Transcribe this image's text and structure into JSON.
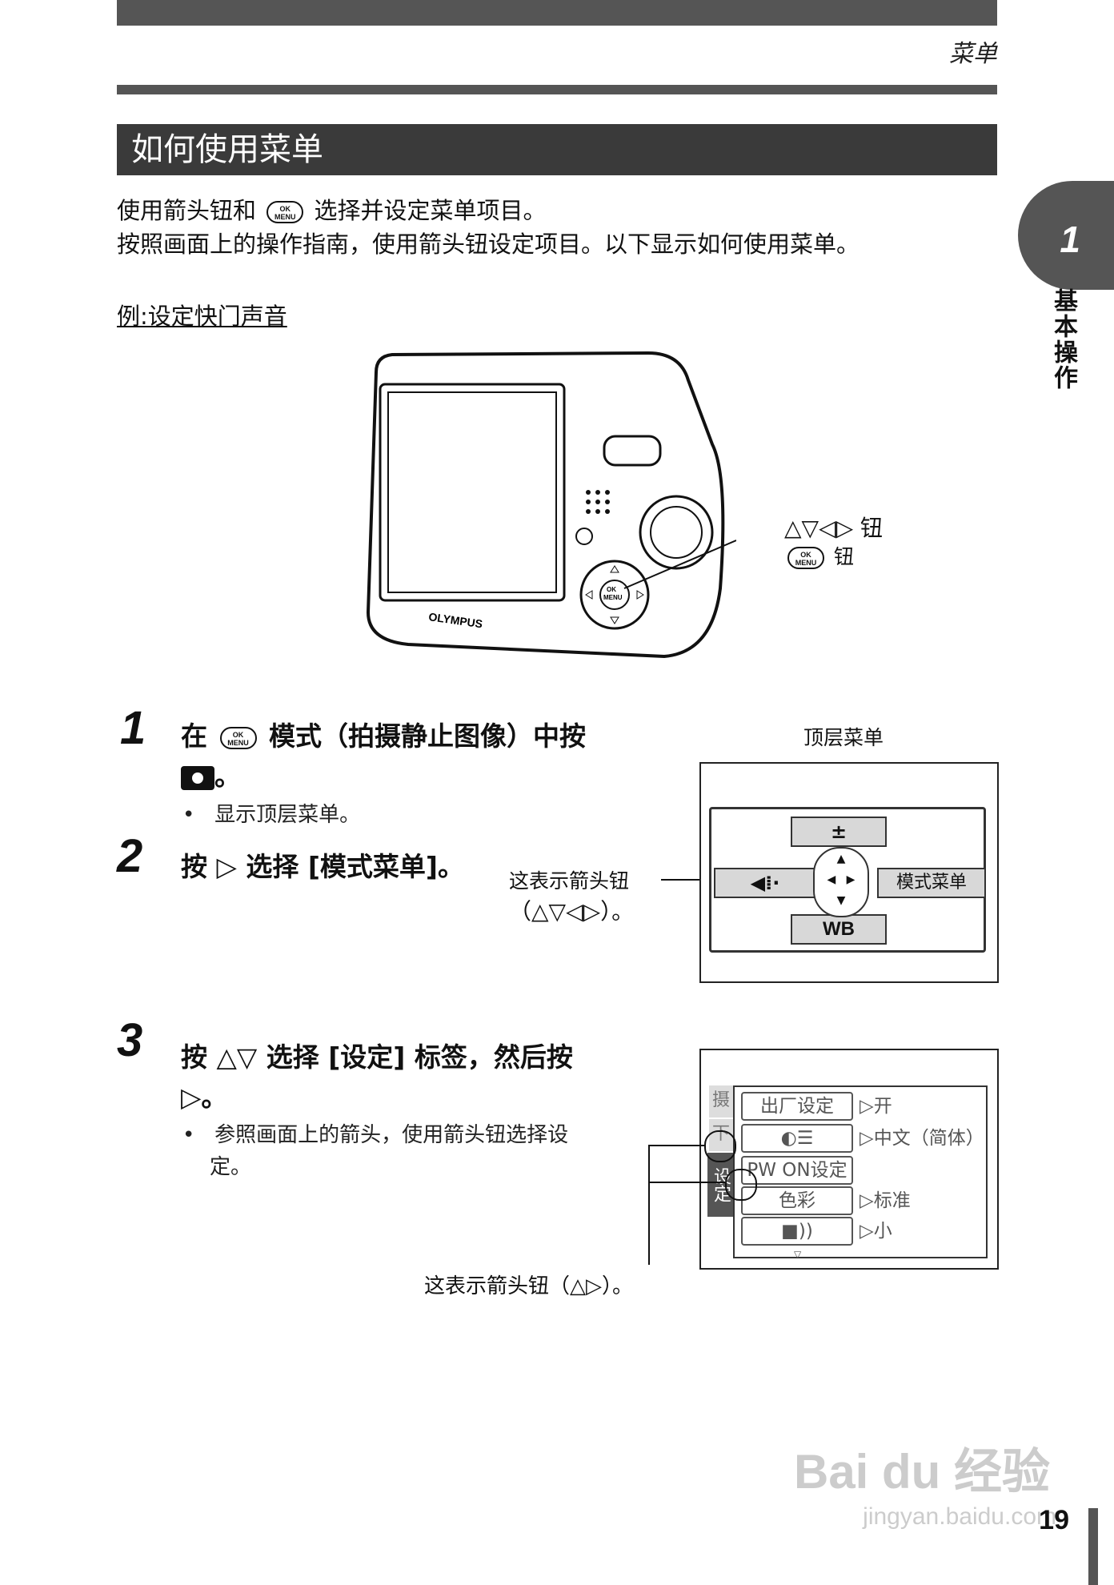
{
  "header": {
    "title": "菜单"
  },
  "chapter": {
    "number": "1",
    "label": "基本操作"
  },
  "section": {
    "title": "如何使用菜单"
  },
  "intro": {
    "line1_a": "使用箭头钮和",
    "line1_b": "选择并设定菜单项目。",
    "line2": "按照画面上的操作指南，使用箭头钮设定项目。以下显示如何使用菜单。"
  },
  "example": {
    "label": "例:设定快门声音"
  },
  "camera": {
    "brand": "OLYMPUS",
    "arrow_label": "△▽◁▷ 钮",
    "ok_label": "钮"
  },
  "ok_icon": {
    "top": "OK",
    "bottom": "MENU"
  },
  "steps": [
    {
      "num": "1",
      "text_a": "在",
      "text_b": "模式（拍摄静止图像）中按",
      "text_c": "。",
      "bullet": "显示顶层菜单。"
    },
    {
      "num": "2",
      "text": "按 ▷ 选择 [模式菜单]。"
    },
    {
      "num": "3",
      "text_a": "按 △▽ 选择 [设定] 标签，然后按",
      "text_b": "▷。",
      "bullet_a": "参照画面上的箭头，使用箭头钮选择设",
      "bullet_b": "定。"
    }
  ],
  "top_menu": {
    "caption": "顶层菜单",
    "arrow_note_a": "这表示箭头钮",
    "arrow_note_b": "（△▽◁▷）。",
    "items": {
      "top": "±",
      "left": "◀⁞·",
      "right": "模式菜单",
      "bottom": "WB"
    }
  },
  "setup_menu": {
    "tabs": [
      "摄",
      "下",
      "设定"
    ],
    "rows": [
      {
        "label": "出厂设定",
        "value": "▷开"
      },
      {
        "label": "◐☰",
        "value": "▷中文（简体）"
      },
      {
        "label": "PW ON设定",
        "value": ""
      },
      {
        "label": "色彩",
        "value": "▷标准"
      },
      {
        "label": "■))",
        "value": "▷小"
      }
    ],
    "arrow_note": "这表示箭头钮（△▷）。"
  },
  "footer": {
    "page": "19",
    "watermark": "Bai du 经验",
    "watermark_url": "jingyan.baidu.com"
  }
}
